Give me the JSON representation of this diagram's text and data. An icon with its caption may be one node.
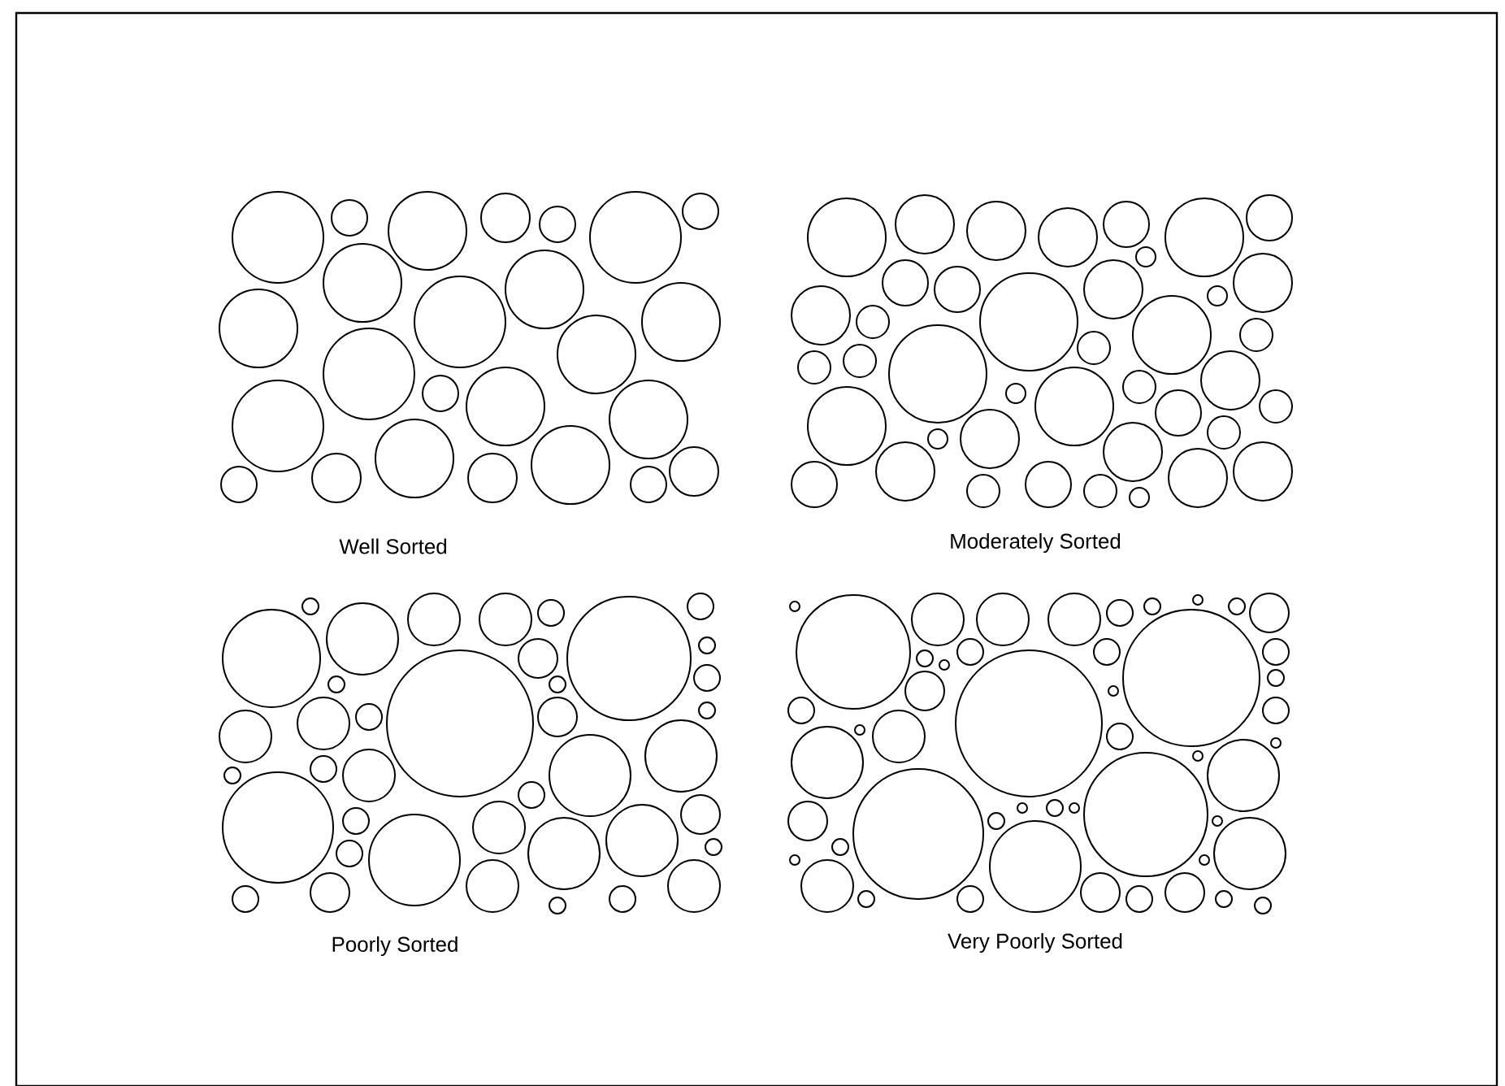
{
  "diagram": {
    "labels": [
      "Well Sorted",
      "Moderately Sorted",
      "Poorly Sorted",
      "Very Poorly Sorted"
    ]
  }
}
